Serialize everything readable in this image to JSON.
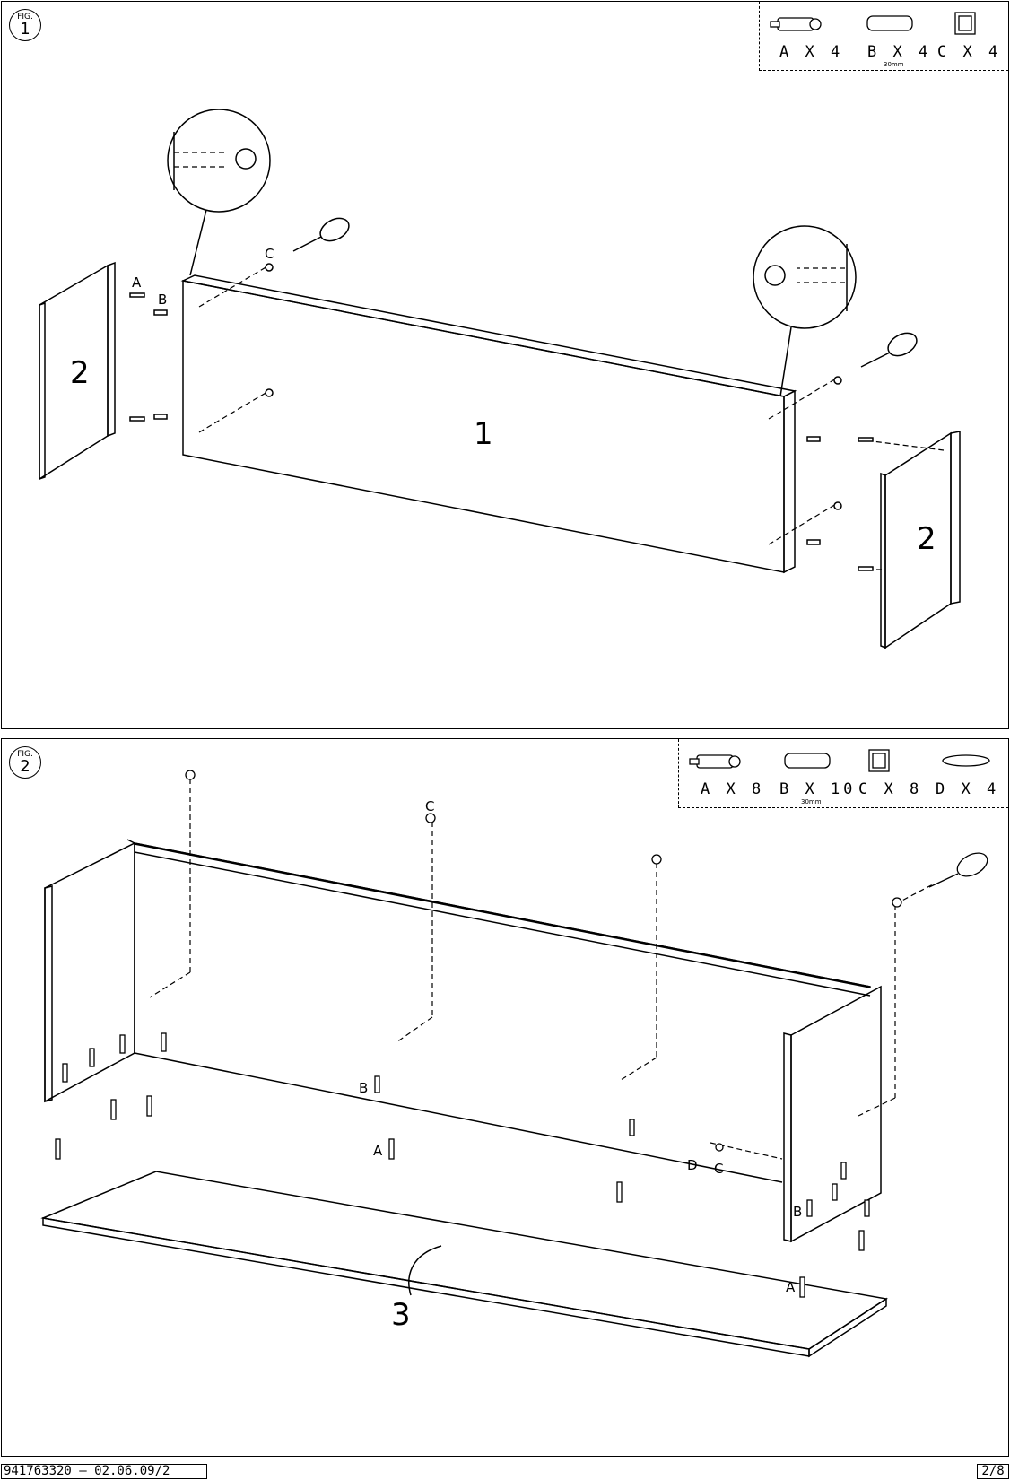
{
  "fig1": {
    "badge_label": "FIG.",
    "badge_number": "1",
    "legend": [
      {
        "letter": "A",
        "qty": "A X 4",
        "note": ""
      },
      {
        "letter": "B",
        "qty": "B X 4",
        "note": "30mm"
      },
      {
        "letter": "C",
        "qty": "C X 4",
        "note": ""
      }
    ],
    "part_labels": {
      "main_panel": "1",
      "left_side": "2",
      "right_side": "2"
    },
    "hardware_labels": {
      "a": "A",
      "b": "B",
      "c": "C"
    }
  },
  "fig2": {
    "badge_label": "FIG.",
    "badge_number": "2",
    "legend": [
      {
        "letter": "A",
        "qty": "A X 8",
        "note": ""
      },
      {
        "letter": "B",
        "qty": "B X 10",
        "note": "30mm"
      },
      {
        "letter": "C",
        "qty": "C X 8",
        "note": ""
      },
      {
        "letter": "D",
        "qty": "D X 4",
        "note": ""
      }
    ],
    "part_labels": {
      "bottom_panel": "3"
    },
    "hardware_labels": {
      "c_top": "C",
      "b_mid": "B",
      "a_mid": "A",
      "d_right": "D",
      "c_right": "C",
      "b_right": "B",
      "a_right": "A"
    }
  },
  "footer": {
    "doc_id": "941763320 – 02.06.09/2",
    "page": "2/8"
  },
  "colors": {
    "ink": "#000000",
    "paper": "#ffffff"
  }
}
